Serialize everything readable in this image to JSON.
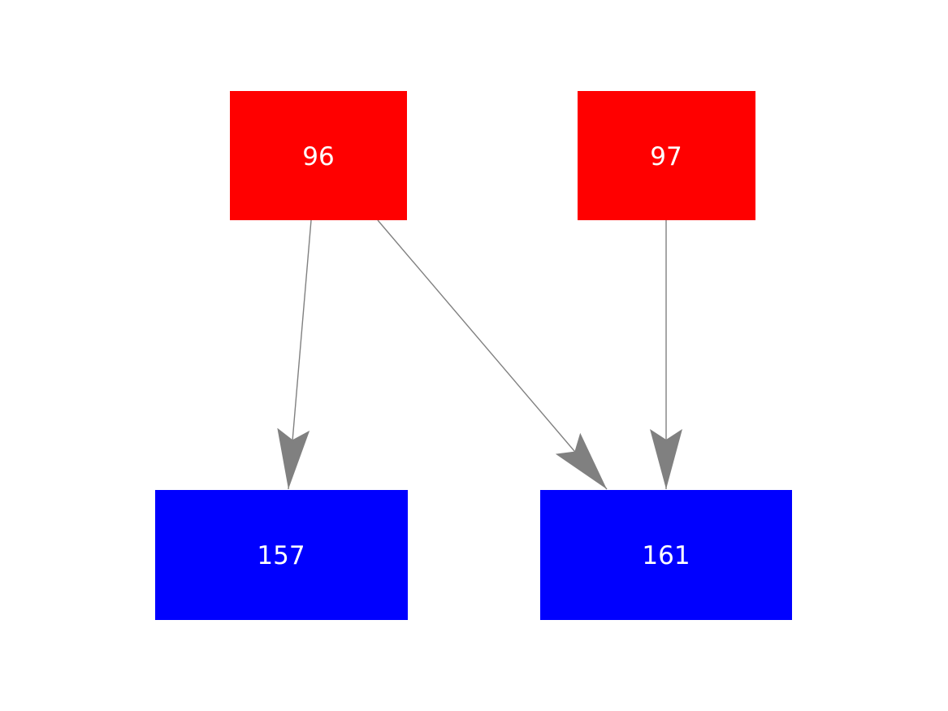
{
  "diagram": {
    "type": "directed-graph",
    "background_color": "#ffffff",
    "edge_color": "#808080",
    "node_text_color": "#ffffff",
    "nodes": [
      {
        "id": "96",
        "label": "96",
        "color": "#ff0000",
        "row": "top"
      },
      {
        "id": "97",
        "label": "97",
        "color": "#ff0000",
        "row": "top"
      },
      {
        "id": "157",
        "label": "157",
        "color": "#0000ff",
        "row": "bottom"
      },
      {
        "id": "161",
        "label": "161",
        "color": "#0000ff",
        "row": "bottom"
      }
    ],
    "edges": [
      {
        "from": "96",
        "to": "157"
      },
      {
        "from": "96",
        "to": "161"
      },
      {
        "from": "97",
        "to": "161"
      }
    ]
  }
}
